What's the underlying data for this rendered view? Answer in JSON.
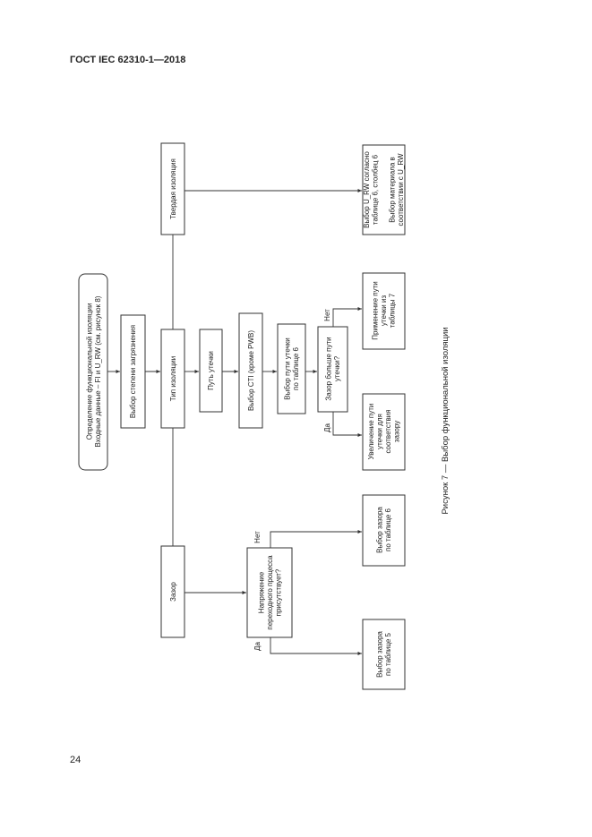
{
  "header": "ГОСТ IEC 62310-1—2018",
  "page_number": "24",
  "caption": "Рисунок 7 — Выбор функциональной изоляции",
  "flowchart": {
    "start": [
      "Определение функциональной изоляции",
      "Входные данные – FI и U_RW (см. рисунок 8)"
    ],
    "pollution": "Выбор степени загрязнения",
    "insulation_type": "Тип изоляции",
    "creepage": "Путь утечки",
    "cti": "Выбор CTI (кроме PWB)",
    "creepage_table6": [
      "Выбор пути утечки",
      "по таблице 6"
    ],
    "clearance_gt_creepage": [
      "Зазор больше пути",
      "утечки?"
    ],
    "apply_table7": [
      "Применение пути",
      "утечки из",
      "таблицы 7"
    ],
    "increase_creepage": [
      "Увеличение пути",
      "утечки для",
      "соответствия",
      "зазору"
    ],
    "solid": "Твердая изоляция",
    "solid_result": [
      "Выбор U_RW согласно",
      "таблице 6, столбец 6",
      "",
      "Выбор материала в",
      "соответствии с U_RW"
    ],
    "clearance": "Зазор",
    "transient": [
      "Напряжение",
      "переходного процесса",
      "присутствует?"
    ],
    "clearance_table6": [
      "Выбор зазора",
      "по таблице 6"
    ],
    "clearance_table5": [
      "Выбор зазора",
      "по таблице 5"
    ],
    "yes": "Да",
    "no": "Нет"
  }
}
